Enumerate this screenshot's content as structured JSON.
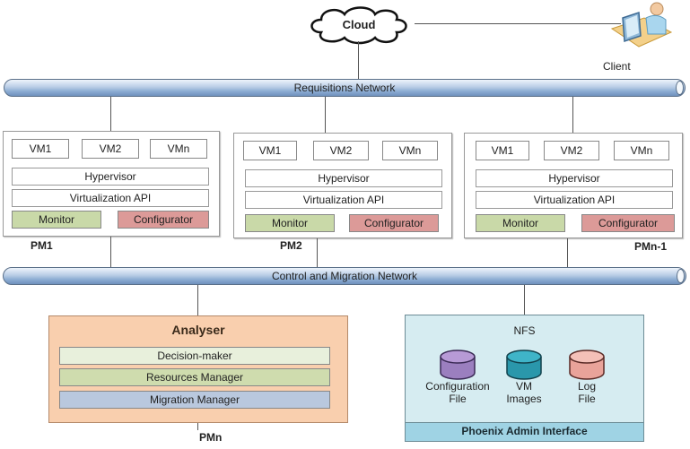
{
  "cloud": {
    "label": "Cloud"
  },
  "client": {
    "label": "Client"
  },
  "networks": {
    "requisitions": "Requisitions Network",
    "control_migration": "Control and Migration Network"
  },
  "physical_machines": [
    {
      "label": "PM1",
      "vms": [
        "VM1",
        "VM2",
        "VMn"
      ],
      "hypervisor": "Hypervisor",
      "api": "Virtualization API",
      "monitor": "Monitor",
      "configurator": "Configurator"
    },
    {
      "label": "PM2",
      "vms": [
        "VM1",
        "VM2",
        "VMn"
      ],
      "hypervisor": "Hypervisor",
      "api": "Virtualization API",
      "monitor": "Monitor",
      "configurator": "Configurator"
    },
    {
      "label": "PMn-1",
      "vms": [
        "VM1",
        "VM2",
        "VMn"
      ],
      "hypervisor": "Hypervisor",
      "api": "Virtualization API",
      "monitor": "Monitor",
      "configurator": "Configurator"
    }
  ],
  "analyser": {
    "title": "Analyser",
    "components": [
      "Decision-maker",
      "Resources Manager",
      "Migration Manager"
    ],
    "host_label": "PMn"
  },
  "nfs": {
    "title": "NFS",
    "stores": [
      {
        "line1": "Configuration",
        "line2": "File",
        "color": "#9b7fbf"
      },
      {
        "line1": "VM",
        "line2": "Images",
        "color": "#2a97ab"
      },
      {
        "line1": "Log",
        "line2": "File",
        "color": "#e9a39a"
      }
    ],
    "admin_interface": "Phoenix Admin Interface"
  },
  "colors": {
    "monitor": "#c9d9a8",
    "configurator": "#dc9a98",
    "analyser_bg": "#f9cfae",
    "decision_maker": "#e8f0dc",
    "resources_manager": "#cfdcae",
    "migration_manager": "#b9c8de",
    "nfs_bg": "#d6ecf1",
    "admin_bar": "#9fd3e4"
  }
}
